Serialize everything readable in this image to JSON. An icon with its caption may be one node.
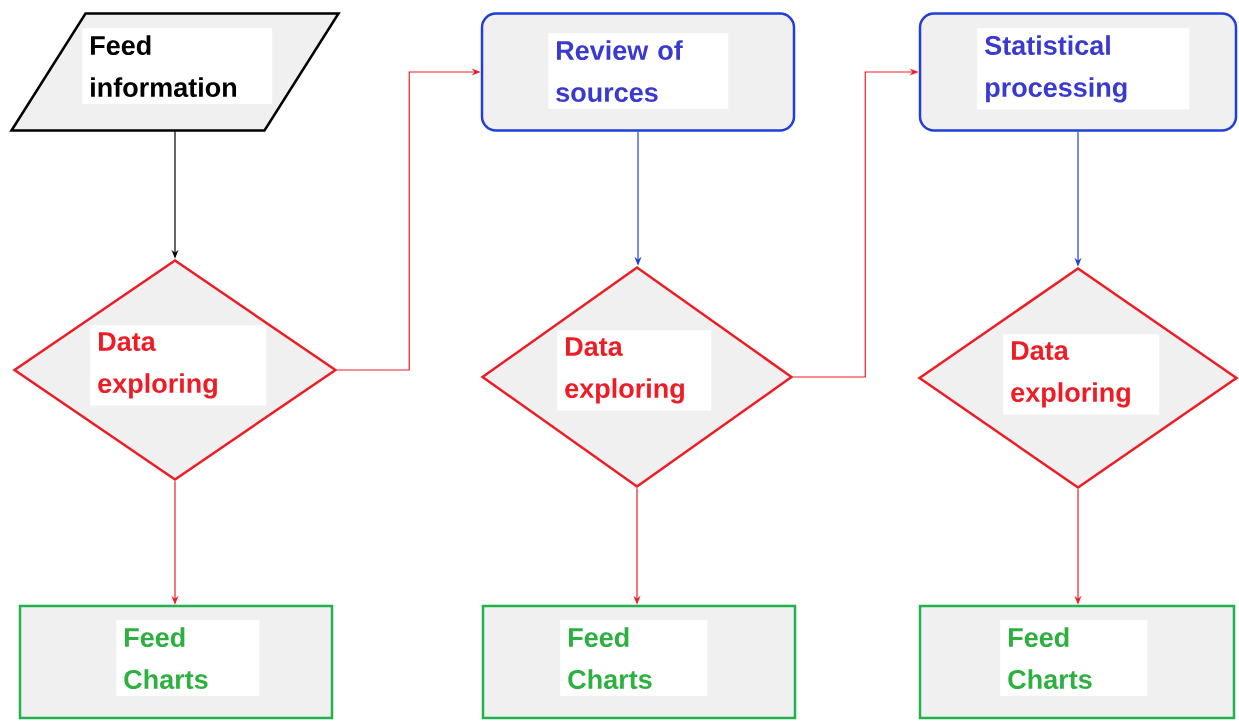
{
  "diagram": {
    "nodes": [
      {
        "text": [
          "Feed information"
        ]
      },
      {
        "text": [
          "Data exploring"
        ]
      },
      {
        "text": [
          "Review of sources"
        ]
      },
      {
        "text": [
          "Data exploring"
        ]
      },
      {
        "text": [
          "Statistical processing"
        ]
      },
      {
        "text": [
          "Data exploring"
        ]
      },
      {
        "text": [
          "Feed Charts"
        ]
      },
      {
        "text": [
          "Feed Charts"
        ]
      },
      {
        "text": [
          "Feed Charts"
        ]
      }
    ],
    "edges": [
      {
        "from": 0,
        "to": 1,
        "arrow": "to",
        "color": "#000000"
      },
      {
        "from": 1,
        "to": 2,
        "arrow": "to"
      },
      {
        "from": 2,
        "to": 3,
        "arrow": "to",
        "color": "#1f3fd6"
      },
      {
        "from": 3,
        "to": 4,
        "arrow": "to"
      },
      {
        "from": 4,
        "to": 5,
        "arrow": "to",
        "color": "#1f3fd6"
      },
      {
        "from": 1,
        "to": 6,
        "arrow": "to"
      },
      {
        "from": 3,
        "to": 7,
        "arrow": "to"
      },
      {
        "from": 5,
        "to": 8,
        "arrow": "to"
      }
    ]
  }
}
